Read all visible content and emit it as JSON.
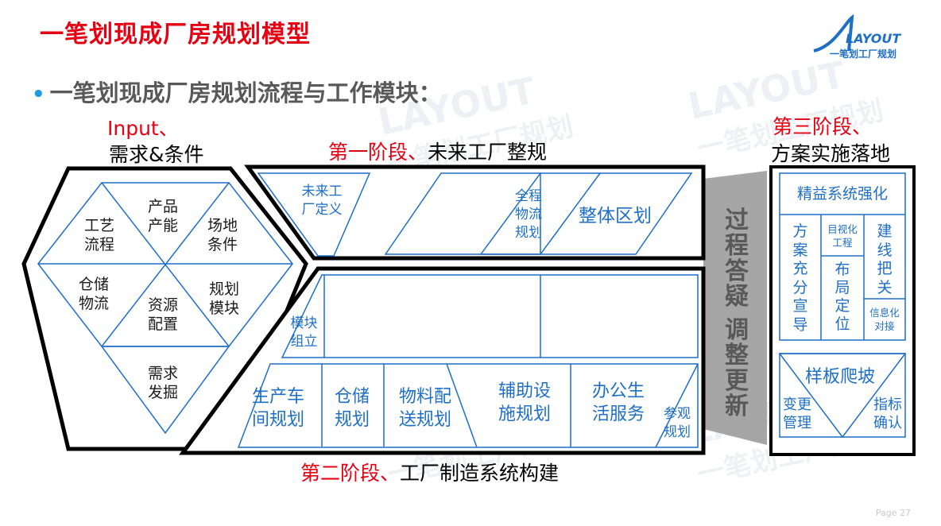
{
  "title": "一笔划现成厂房规划模型",
  "bullet": "一笔划现成厂房规划流程与工作模块：",
  "input_label": {
    "line1": "Input、",
    "line2": "需求&条件"
  },
  "input_cells": {
    "top": "产品\n产能",
    "upper_left": "工艺\n流程",
    "upper_right": "场地\n条件",
    "lower_left": "仓储\n物流",
    "center": "资源\n配置",
    "lower_right": "规划\n模块",
    "bottom": "需求\n发掘"
  },
  "stage1": {
    "prefix": "第一阶段、",
    "suffix": "未来工厂整规",
    "items": [
      "未来工\n厂定义",
      "全程\n物流\n规划",
      "整体区划"
    ]
  },
  "stage2": {
    "prefix": "第二阶段、",
    "suffix": "工厂制造系统构建",
    "module": "模块\n组立",
    "items": [
      "生产车\n间规划",
      "仓储\n规划",
      "物料配\n送规划",
      "辅助设\n施规划",
      "办公生\n活服务",
      "参观\n规划"
    ]
  },
  "middle_band": {
    "top": "过程答疑",
    "bottom": "调整更新"
  },
  "stage3": {
    "prefix": "第三阶段、",
    "suffix": "方案实施落地",
    "lean": "精益系统强化",
    "col_left": "方\n案\n充\n分\n宣\n导",
    "mid_top": "目视化\n工程",
    "mid_bottom": "布\n局\n定\n位",
    "right_top": "建\n线\n把\n关",
    "right_bottom": "信息化\n对接",
    "sample": "样板爬坡",
    "change": "变更\n管理",
    "target": "指标\n确认"
  },
  "logo": {
    "top": "LAYOUT",
    "bottom": "一笔划工厂规划"
  },
  "watermark": {
    "top": "LAYOUT",
    "bottom": "一笔划工厂规划"
  },
  "page": "Page 27",
  "colors": {
    "red": "#e60012",
    "blue": "#1e6fc8",
    "gray": "#595959",
    "accent": "#1e9be0"
  }
}
